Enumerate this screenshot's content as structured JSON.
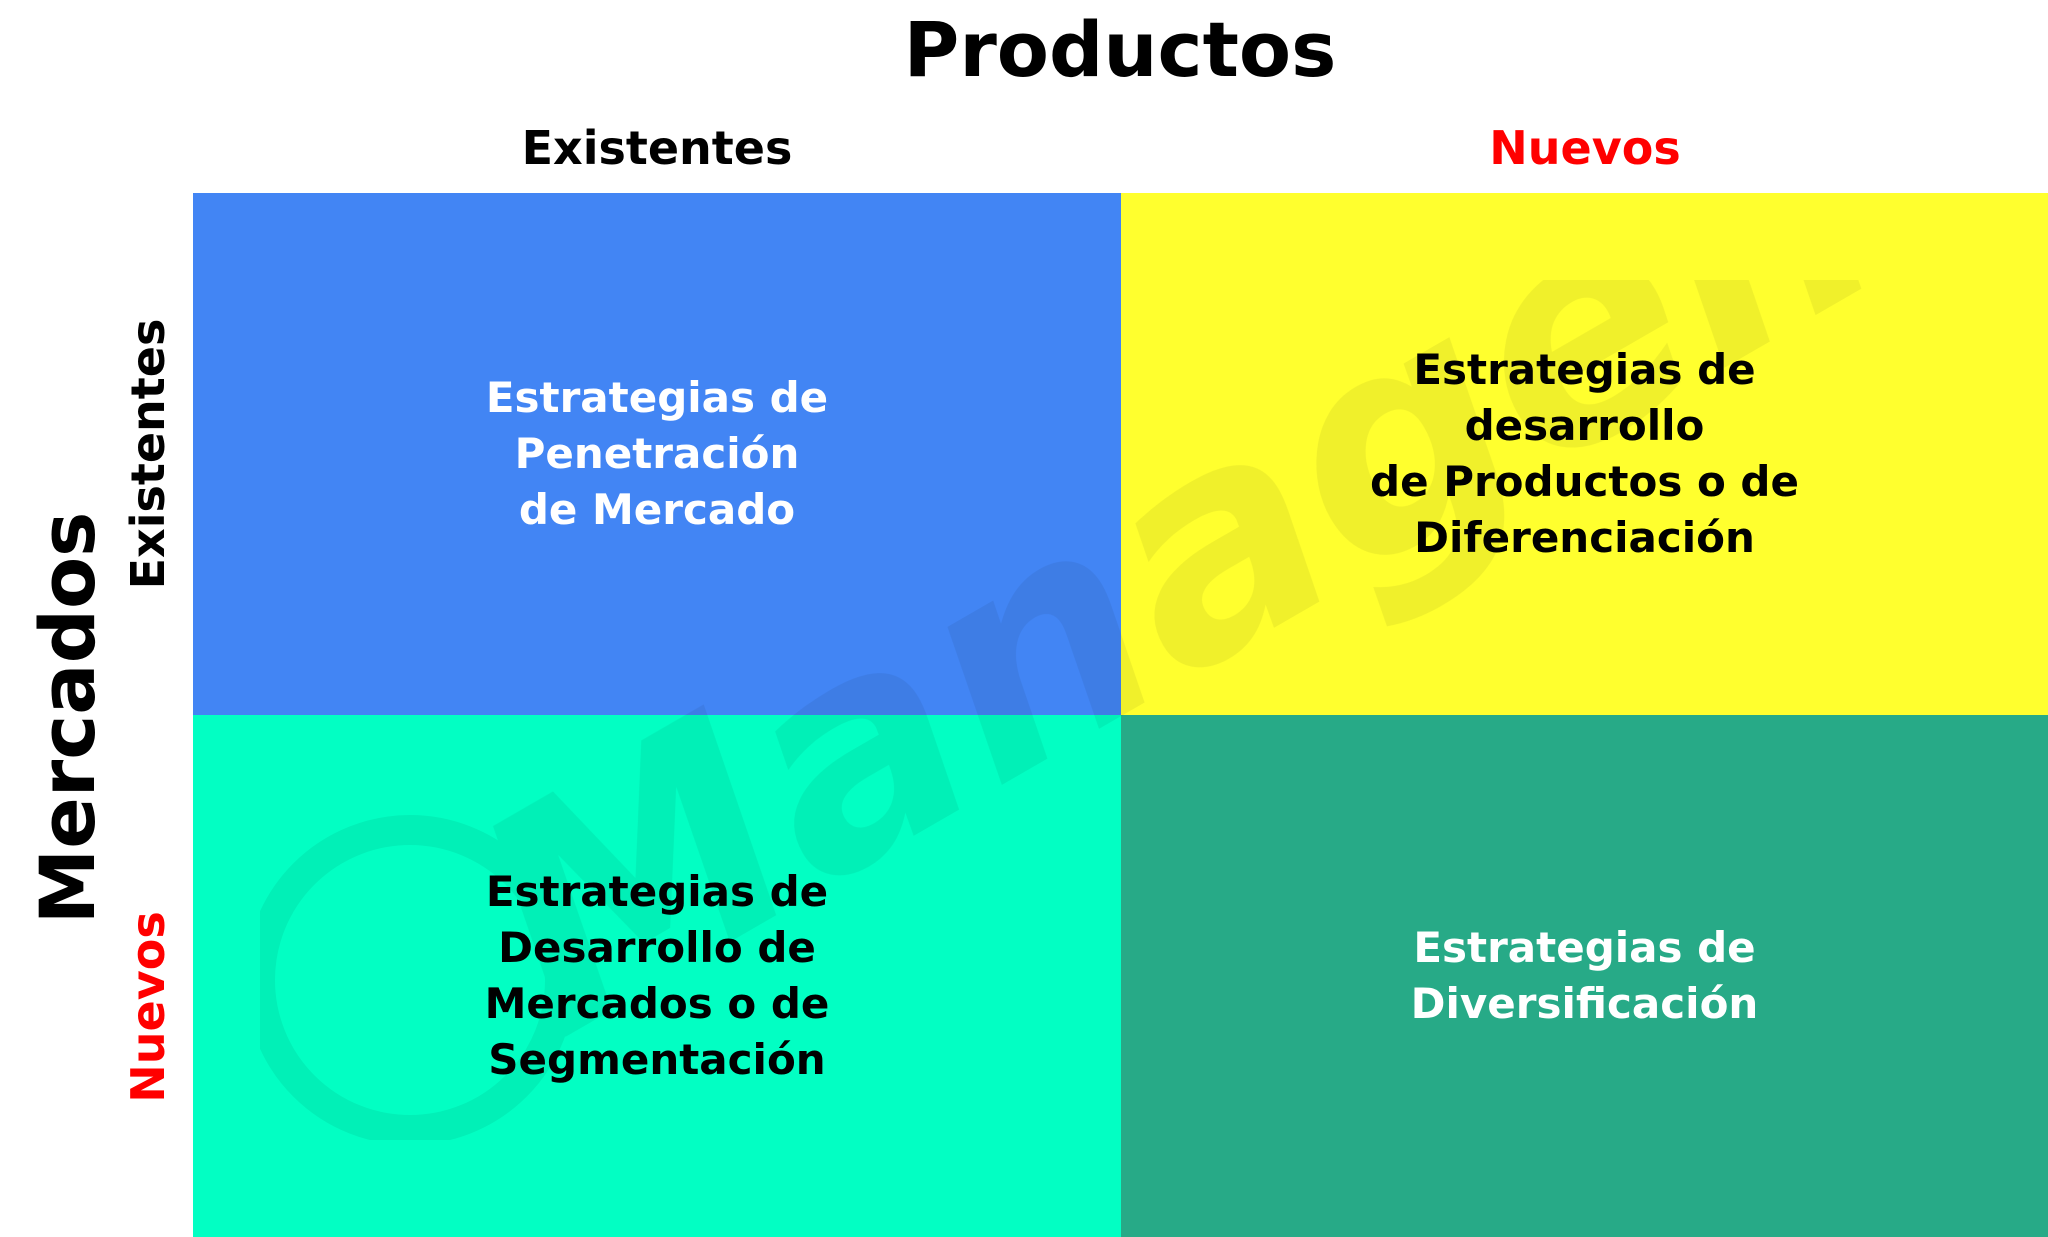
{
  "diagram": {
    "title": "Productos",
    "side_title": "Mercados",
    "columns": [
      {
        "label": "Existentes",
        "color": "#000000"
      },
      {
        "label": "Nuevos",
        "color": "#ff0000"
      }
    ],
    "rows": [
      {
        "label": "Existentes",
        "color": "#000000"
      },
      {
        "label": "Nuevos",
        "color": "#ff0000"
      }
    ],
    "quadrants": [
      {
        "text": "Estrategias de\nPenetración\nde Mercado",
        "bg": "#4285f4",
        "fg": "#ffffff"
      },
      {
        "text": "Estrategias de\ndesarrollo\nde Productos o de\nDiferenciación",
        "bg": "#ffff2e",
        "fg": "#000000"
      },
      {
        "text": "Estrategias de\nDesarrollo de\nMercados o de\nSegmentación",
        "bg": "#02ffc3",
        "fg": "#000000"
      },
      {
        "text": "Estrategias de\nDiversificación",
        "bg": "#27aa87",
        "fg": "#ffffff"
      }
    ],
    "watermark": "Management"
  }
}
